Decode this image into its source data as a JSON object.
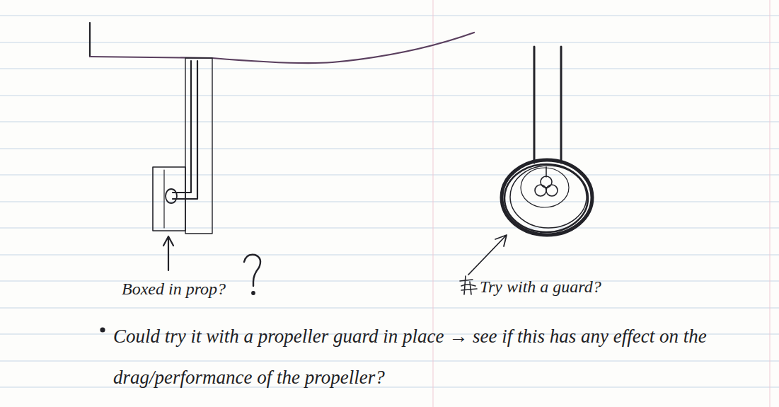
{
  "diagram": {
    "labels": [
      "Boxed in prop?",
      "Try with a guard?",
      "Could try it with a propeller guard in place → see if this has any effect on the drag/performance of the propeller?"
    ]
  }
}
